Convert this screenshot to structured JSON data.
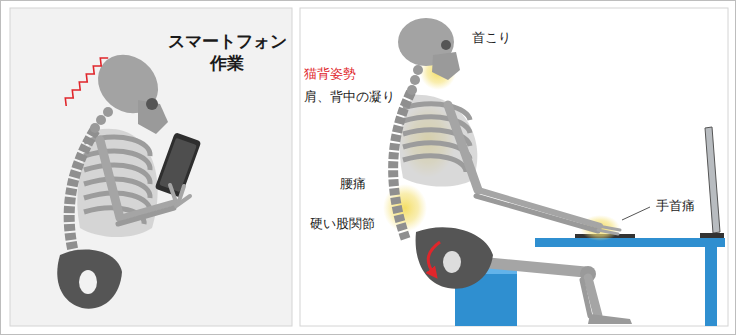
{
  "diagram": {
    "labels": [
      "スマートフォン 作業",
      "首こり",
      "猫背姿勢",
      "肩、背中の凝り",
      "手首痛",
      "腰痛",
      "硬い股関節"
    ]
  }
}
